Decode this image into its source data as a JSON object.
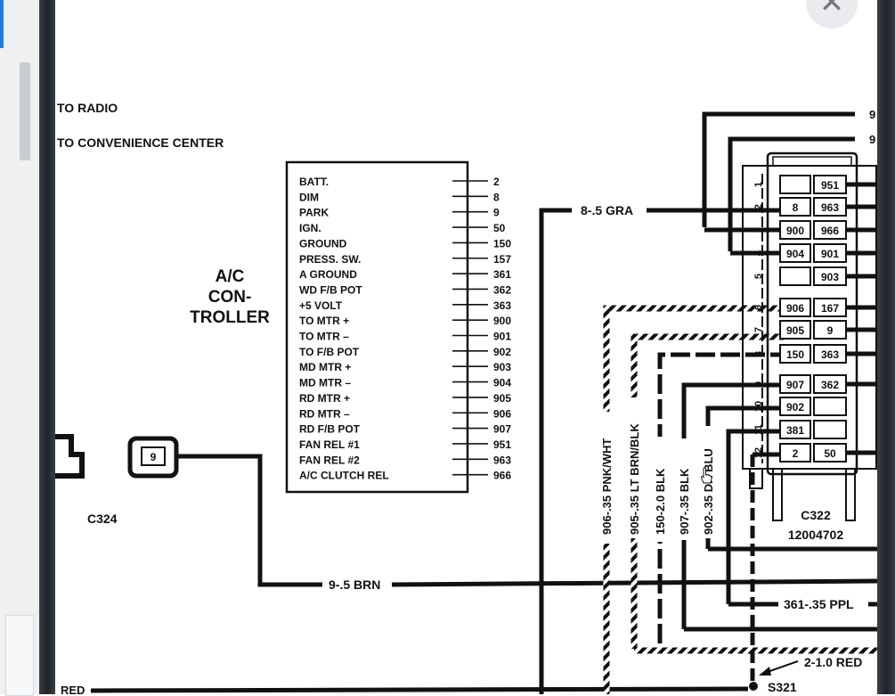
{
  "labels": {
    "to_radio": "TO RADIO",
    "to_convenience": "TO CONVENIENCE CENTER",
    "controller_line1": "A/C",
    "controller_line2": "CON-",
    "controller_line3": "TROLLER",
    "c324": "C324",
    "c322": "C322",
    "c322_part": "12004702",
    "s321": "S321",
    "red": "RED",
    "close_glyph": "✕"
  },
  "controller_pins": [
    {
      "name": "BATT.",
      "circuit": "2"
    },
    {
      "name": "DIM",
      "circuit": "8"
    },
    {
      "name": "PARK",
      "circuit": "9"
    },
    {
      "name": "IGN.",
      "circuit": "50"
    },
    {
      "name": "GROUND",
      "circuit": "150"
    },
    {
      "name": "PRESS. SW.",
      "circuit": "157"
    },
    {
      "name": "A GROUND",
      "circuit": "361"
    },
    {
      "name": "WD F/B POT",
      "circuit": "362"
    },
    {
      "name": "+5 VOLT",
      "circuit": "363"
    },
    {
      "name": "TO MTR +",
      "circuit": "900"
    },
    {
      "name": "TO MTR –",
      "circuit": "901"
    },
    {
      "name": "TO F/B POT",
      "circuit": "902"
    },
    {
      "name": "MD MTR +",
      "circuit": "903"
    },
    {
      "name": "MD MTR –",
      "circuit": "904"
    },
    {
      "name": "RD MTR +",
      "circuit": "905"
    },
    {
      "name": "RD MTR –",
      "circuit": "906"
    },
    {
      "name": "RD F/B POT",
      "circuit": "907"
    },
    {
      "name": "FAN REL #1",
      "circuit": "951"
    },
    {
      "name": "FAN REL #2",
      "circuit": "963"
    },
    {
      "name": "A/C CLUTCH REL",
      "circuit": "966"
    }
  ],
  "wires": {
    "gra": "8-.5 GRA",
    "brn": "9-.5 BRN",
    "ppl": "361-.35 PPL",
    "red_ground": "2-1.0 RED",
    "v906": "906-.35 PNK/WHT",
    "v905": "905-.35 LT BRN/BLK",
    "v150": "150-2.0 BLK",
    "v907": "907-.35 BLK",
    "v902": "902-.35 DK BLU",
    "top1": "9",
    "top2": "9"
  },
  "connector_c324": {
    "pin": "9"
  },
  "connector_c322": {
    "row_numbers": [
      "1",
      "2",
      "3",
      "4",
      "5",
      "6",
      "7",
      "8",
      "9",
      "10",
      "11",
      "12"
    ],
    "left_cells": [
      "",
      "8",
      "900",
      "904",
      "",
      "906",
      "905",
      "150",
      "907",
      "902",
      "381",
      "2"
    ],
    "right_cells": [
      "951",
      "963",
      "966",
      "901",
      "903",
      "167",
      "9",
      "363",
      "362",
      "",
      "",
      "50"
    ]
  }
}
